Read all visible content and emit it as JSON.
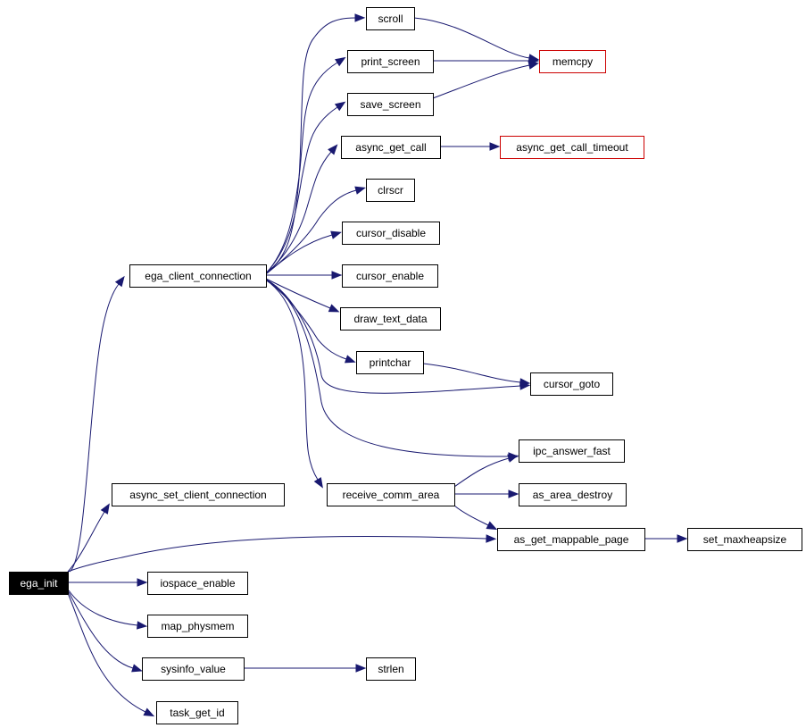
{
  "graph": {
    "nodes": {
      "ega_init": {
        "label": "ega_init",
        "style": "root"
      },
      "ega_client_connection": {
        "label": "ega_client_connection",
        "style": "normal"
      },
      "async_set_client_connection": {
        "label": "async_set_client_connection",
        "style": "normal"
      },
      "iospace_enable": {
        "label": "iospace_enable",
        "style": "normal"
      },
      "map_physmem": {
        "label": "map_physmem",
        "style": "normal"
      },
      "sysinfo_value": {
        "label": "sysinfo_value",
        "style": "normal"
      },
      "task_get_id": {
        "label": "task_get_id",
        "style": "normal"
      },
      "as_get_mappable_page": {
        "label": "as_get_mappable_page",
        "style": "normal"
      },
      "strlen": {
        "label": "strlen",
        "style": "normal"
      },
      "set_maxheapsize": {
        "label": "set_maxheapsize",
        "style": "normal"
      },
      "scroll": {
        "label": "scroll",
        "style": "normal"
      },
      "print_screen": {
        "label": "print_screen",
        "style": "normal"
      },
      "save_screen": {
        "label": "save_screen",
        "style": "normal"
      },
      "async_get_call": {
        "label": "async_get_call",
        "style": "normal"
      },
      "clrscr": {
        "label": "clrscr",
        "style": "normal"
      },
      "cursor_disable": {
        "label": "cursor_disable",
        "style": "normal"
      },
      "cursor_enable": {
        "label": "cursor_enable",
        "style": "normal"
      },
      "draw_text_data": {
        "label": "draw_text_data",
        "style": "normal"
      },
      "printchar": {
        "label": "printchar",
        "style": "normal"
      },
      "cursor_goto": {
        "label": "cursor_goto",
        "style": "normal"
      },
      "ipc_answer_fast": {
        "label": "ipc_answer_fast",
        "style": "normal"
      },
      "receive_comm_area": {
        "label": "receive_comm_area",
        "style": "normal"
      },
      "as_area_destroy": {
        "label": "as_area_destroy",
        "style": "normal"
      },
      "memcpy": {
        "label": "memcpy",
        "style": "external"
      },
      "async_get_call_timeout": {
        "label": "async_get_call_timeout",
        "style": "external"
      }
    },
    "edges": [
      {
        "from": "ega_init",
        "to": "ega_client_connection"
      },
      {
        "from": "ega_init",
        "to": "async_set_client_connection"
      },
      {
        "from": "ega_init",
        "to": "as_get_mappable_page"
      },
      {
        "from": "ega_init",
        "to": "iospace_enable"
      },
      {
        "from": "ega_init",
        "to": "map_physmem"
      },
      {
        "from": "ega_init",
        "to": "sysinfo_value"
      },
      {
        "from": "ega_init",
        "to": "task_get_id"
      },
      {
        "from": "ega_client_connection",
        "to": "scroll"
      },
      {
        "from": "ega_client_connection",
        "to": "print_screen"
      },
      {
        "from": "ega_client_connection",
        "to": "save_screen"
      },
      {
        "from": "ega_client_connection",
        "to": "async_get_call"
      },
      {
        "from": "ega_client_connection",
        "to": "clrscr"
      },
      {
        "from": "ega_client_connection",
        "to": "cursor_disable"
      },
      {
        "from": "ega_client_connection",
        "to": "cursor_enable"
      },
      {
        "from": "ega_client_connection",
        "to": "draw_text_data"
      },
      {
        "from": "ega_client_connection",
        "to": "printchar"
      },
      {
        "from": "ega_client_connection",
        "to": "cursor_goto"
      },
      {
        "from": "ega_client_connection",
        "to": "ipc_answer_fast"
      },
      {
        "from": "ega_client_connection",
        "to": "receive_comm_area"
      },
      {
        "from": "scroll",
        "to": "memcpy"
      },
      {
        "from": "print_screen",
        "to": "memcpy"
      },
      {
        "from": "save_screen",
        "to": "memcpy"
      },
      {
        "from": "async_get_call",
        "to": "async_get_call_timeout"
      },
      {
        "from": "printchar",
        "to": "cursor_goto"
      },
      {
        "from": "receive_comm_area",
        "to": "ipc_answer_fast"
      },
      {
        "from": "receive_comm_area",
        "to": "as_area_destroy"
      },
      {
        "from": "receive_comm_area",
        "to": "as_get_mappable_page"
      },
      {
        "from": "sysinfo_value",
        "to": "strlen"
      },
      {
        "from": "as_get_mappable_page",
        "to": "set_maxheapsize"
      }
    ]
  },
  "colors": {
    "edge": "#191970",
    "external_border": "#cc0000",
    "root_fill": "#000000",
    "root_text": "#ffffff"
  }
}
